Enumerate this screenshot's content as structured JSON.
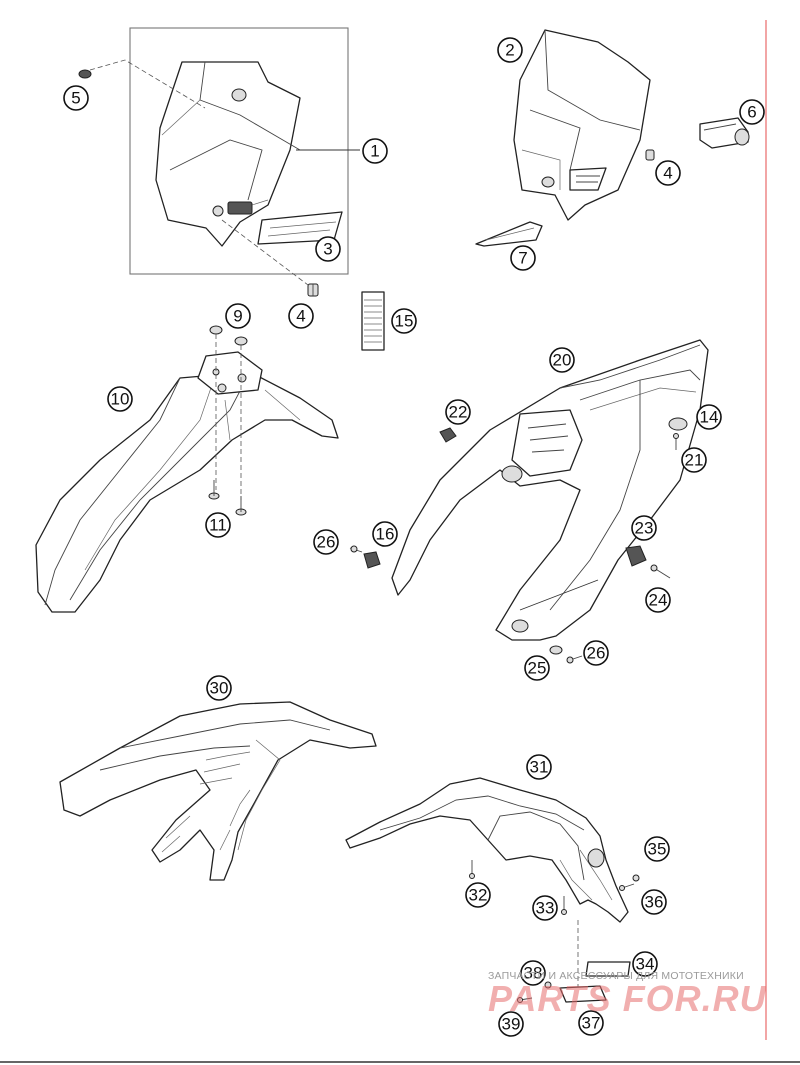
{
  "diagram": {
    "callouts": [
      "1",
      "2",
      "3",
      "4",
      "5",
      "6",
      "7",
      "9",
      "10",
      "11",
      "14",
      "15",
      "16",
      "20",
      "21",
      "22",
      "23",
      "24",
      "25",
      "26",
      "30",
      "31",
      "32",
      "33",
      "34",
      "35",
      "36",
      "37",
      "38",
      "39"
    ]
  },
  "watermark": {
    "caption": "ЗАПЧАСТИ И АКСЕССУАРЫ ДЛЯ МОТОТЕХНИКИ",
    "logo": "PARTS FOR.RU"
  },
  "colors": {
    "ink": "#111111",
    "margin_line": "#e86a6a",
    "watermark": "#e66e6e"
  }
}
